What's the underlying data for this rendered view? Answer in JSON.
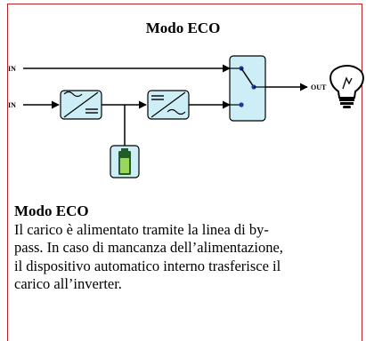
{
  "diagram": {
    "title": "Modo ECO",
    "input_top_label": "IN",
    "input_bottom_label": "IN",
    "output_label": "OUT"
  },
  "description": {
    "heading": "Modo ECO",
    "text": "Il carico è alimentato tramite la linea di by-\npass. In caso di mancanza dell’alimentazione,\nil dispositivo automatico interno trasferisce il\ncarico all’inverter."
  },
  "colors": {
    "frame": "#b3262a",
    "block_fill": "#cdeef6",
    "switch_dot": "#1a3a9c",
    "battery_dark": "#1f5e2b",
    "battery_light": "#9bd65a"
  }
}
